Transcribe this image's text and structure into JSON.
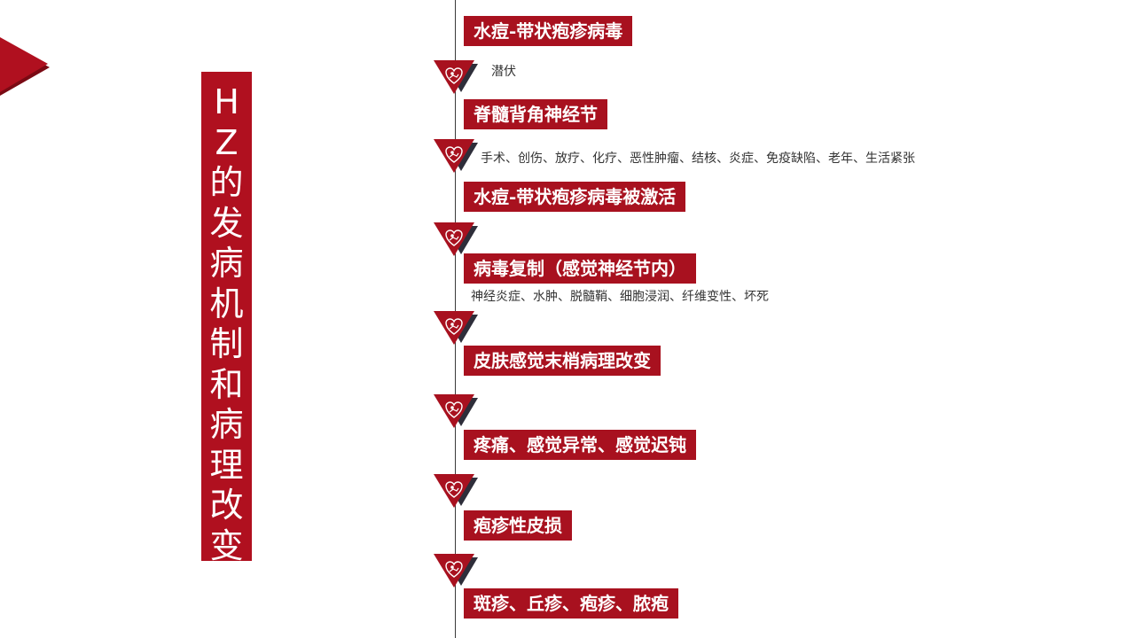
{
  "title_chars": [
    "H",
    "Z",
    "的",
    "发",
    "病",
    "机",
    "制",
    "和",
    "病",
    "理",
    "改",
    "变"
  ],
  "stages": [
    "水痘-带状疱疹病毒",
    "脊髓背角神经节",
    "水痘-带状疱疹病毒被激活",
    "病毒复制（感觉神经节内）",
    "皮肤感觉末梢病理改变",
    "疼痛、感觉异常、感觉迟钝",
    "疱疹性皮损",
    "斑疹、丘疹、疱疹、脓疱"
  ],
  "notes": [
    "潜伏",
    "手术、创伤、放疗、化疗、恶性肿瘤、结核、炎症、免疫缺陷、老年、生活紧张",
    "神经炎症、水肿、脱髓鞘、细胞浸润、纤维变性、坏死"
  ],
  "colors": {
    "accent": "#a8111f",
    "shadow": "#2e2e3a",
    "line": "#3a3a3a"
  },
  "icons": {
    "marker": "heart-shield-icon",
    "corner": "triangle-arrow-icon"
  }
}
